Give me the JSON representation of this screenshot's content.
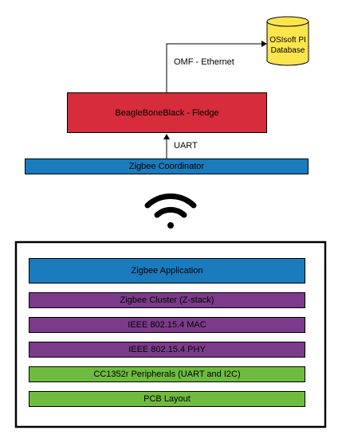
{
  "database": {
    "label_line1": "OSIsoft PI",
    "label_line2": "Database",
    "color": "#ffe54d"
  },
  "omf_label": "OMF - Ethernet",
  "gateway": {
    "label": "BeagleBoneBlack - Fledge",
    "color": "#d62c3c"
  },
  "uart_label": "UART",
  "coordinator": {
    "label": "Zigbee Coordinator",
    "color": "#1a7bbd"
  },
  "wireless": {
    "icon": "wifi-icon"
  },
  "stack": {
    "layers": [
      {
        "label": "Zigbee Application",
        "color": "#1a7bbd"
      },
      {
        "label": "Zigbee Cluster (Z-stack)",
        "color": "#7b3b8a"
      },
      {
        "label": "IEEE 802.15.4 MAC",
        "color": "#7b3b8a"
      },
      {
        "label": "IEEE 802.15.4 PHY",
        "color": "#7b3b8a"
      },
      {
        "label": "CC1352r Peripherals (UART and I2C)",
        "color": "#6fbb3f"
      },
      {
        "label": "PCB Layout",
        "color": "#6fbb3f"
      }
    ]
  }
}
